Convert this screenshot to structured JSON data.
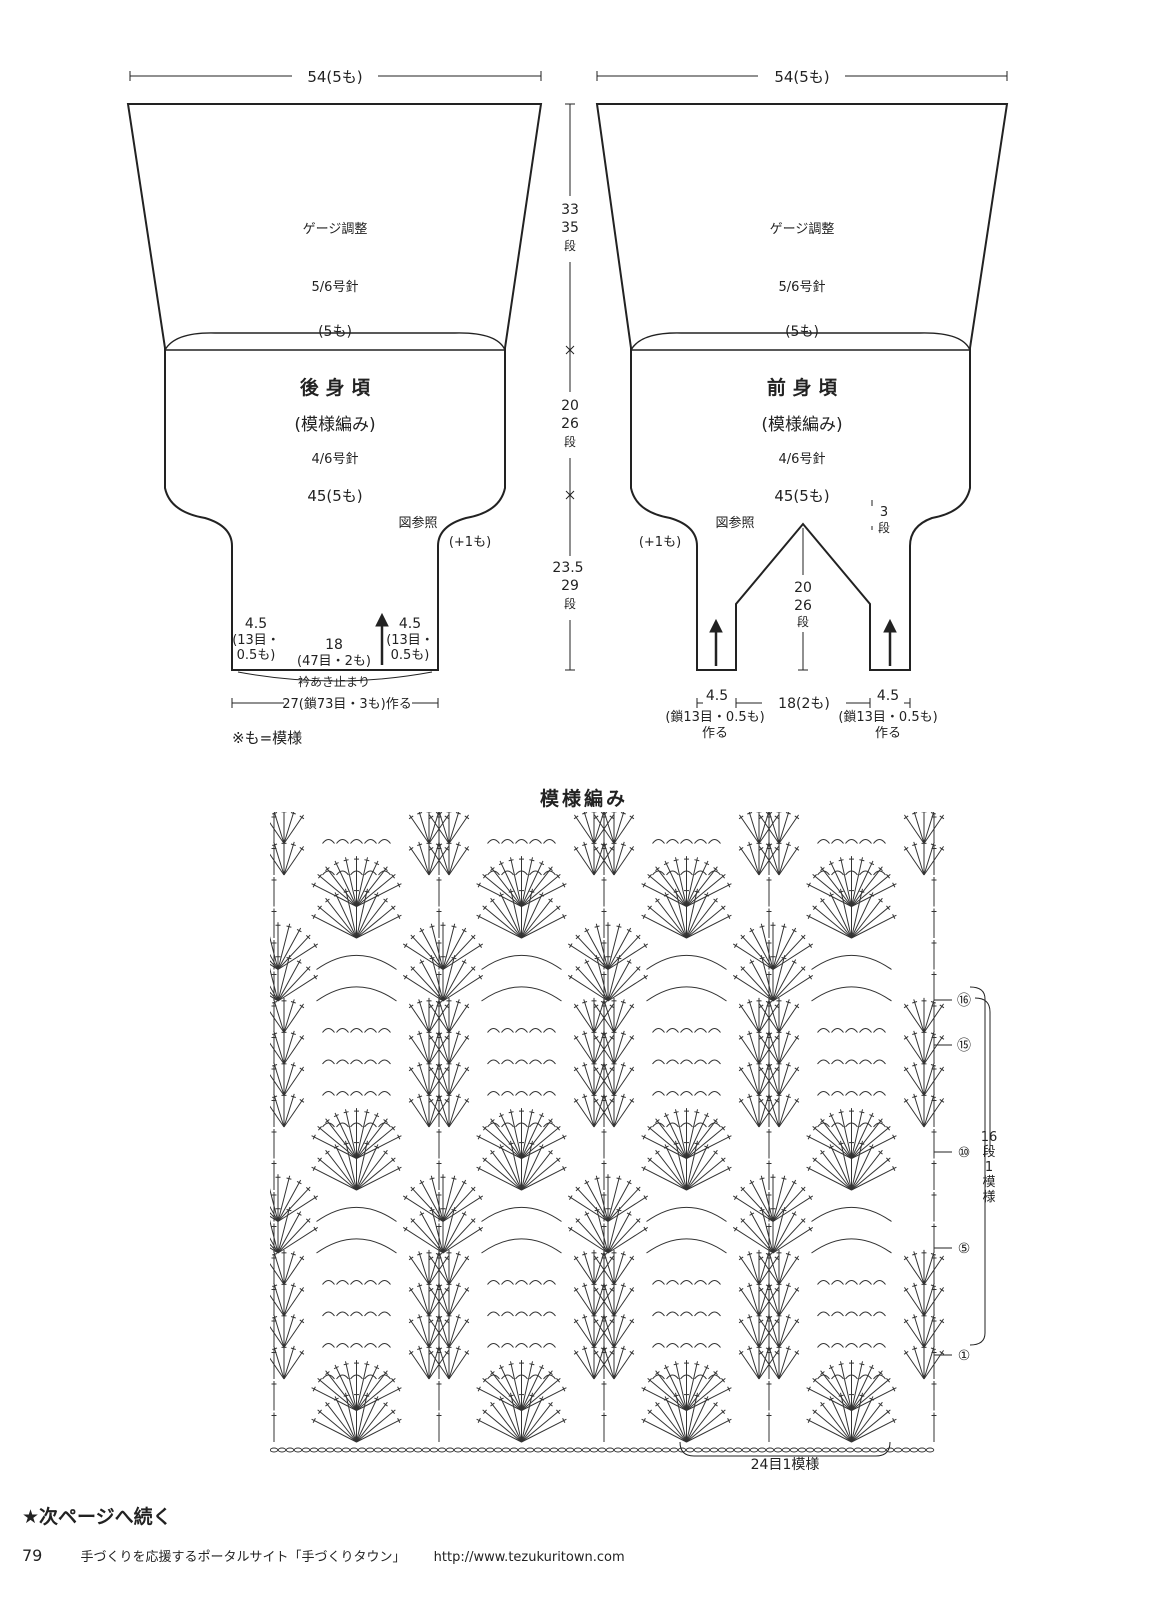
{
  "back": {
    "top_width": "54(5も)",
    "gauge": "ゲージ調整",
    "needle_top": "5/6号針",
    "band_mark": "(5も)",
    "title": "後 身 頃",
    "subtitle": "(模様編み)",
    "needle_mid": "4/6号針",
    "bottom_width": "45(5も)",
    "see_fig": "図参照",
    "plus": "(+1も)",
    "side_left": "4.5",
    "side_left_sub1": "(13目・",
    "side_left_sub2": "0.5も)",
    "center": "18",
    "center_sub": "(47目・2も)",
    "side_right": "4.5",
    "side_right_sub1": "(13目・",
    "side_right_sub2": "0.5も)",
    "neck_stop": "衿あき止まり",
    "base": "27(鎖73目・3も)作る"
  },
  "front": {
    "top_width": "54(5も)",
    "gauge": "ゲージ調整",
    "needle_top": "5/6号針",
    "band_mark": "(5も)",
    "title": "前 身 頃",
    "subtitle": "(模様編み)",
    "needle_mid": "4/6号針",
    "bottom_width": "45(5も)",
    "see_fig": "図参照",
    "plus": "(+1も)",
    "rows3": "3",
    "rows3_unit": "段",
    "neck_h": "20",
    "neck_rows": "26",
    "neck_unit": "段",
    "side_left": "4.5",
    "side_left_sub": "(鎖13目・0.5も)",
    "make_left": "作る",
    "center": "18(2も)",
    "side_right": "4.5",
    "side_right_sub": "(鎖13目・0.5も)",
    "make_right": "作る"
  },
  "heights": {
    "h1": "33",
    "h1_rows": "35",
    "h1_unit": "段",
    "h2": "20",
    "h2_rows": "26",
    "h2_unit": "段",
    "h3": "23.5",
    "h3_rows": "29",
    "h3_unit": "段"
  },
  "note": "※も=模様",
  "chart": {
    "title": "模様編み",
    "rows_label": "16段1模様",
    "repeat_label": "24目1模様",
    "row_markers": [
      "⑯",
      "⑮",
      "⑩",
      "⑤",
      "①"
    ]
  },
  "continued": "★次ページへ続く",
  "footer": {
    "page": "79",
    "site": "手づくりを応援するポータルサイト「手づくりタウン」",
    "url": "http://www.tezukuritown.com"
  },
  "colors": {
    "ink": "#222222",
    "paper": "#ffffff"
  }
}
